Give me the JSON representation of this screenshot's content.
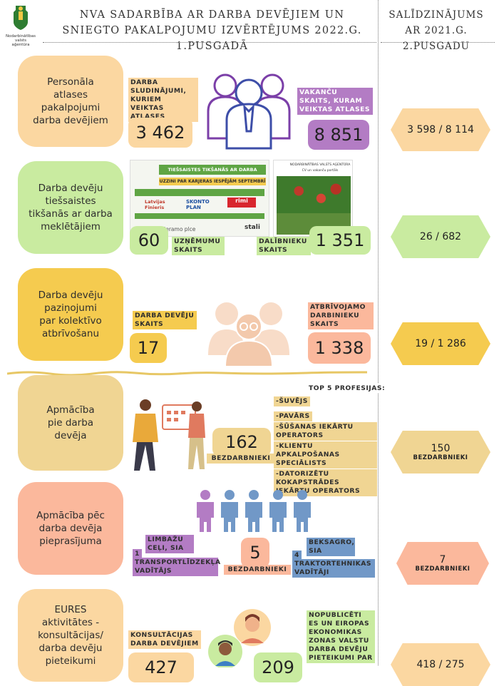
{
  "header": {
    "logo_text": "Nodarbinātības valsts aģentūra",
    "title": "NVA SADARBĪBA AR DARBA DEVĒJIEM UN SNIEGTO PAKALPOJUMU IZVĒRTĒJUMS 2022.G. 1.PUSGADĀ",
    "compare_title": "SALĪDZINĀJUMS AR 2021.G. 2.PUSGADU"
  },
  "sections": {
    "s1": {
      "title": "Personāla atlases pakalpojumi darba devējiem",
      "left_label": "DARBA SLUDINĀJUMI, KURIEM VEIKTAS ATLASES",
      "left_value": "3 462",
      "right_label": "VAKANČU SKAITS, KURAM VEIKTAS ATLASES",
      "right_value": "8 851",
      "compare": "3 598 / 8 114"
    },
    "s2": {
      "title": "Darba devēju tiešsaistes tikšanās ar darba meklētājiem",
      "poster1_title": "TIEŠSAISTES TIKŠANĀS AR DARBA DEVĒJIEM",
      "poster1_sub": "UZZINI PAR KARJERAS IESPĒJĀM SEPTEMBRĪ",
      "poster1_logos": [
        "Latvijas Finieris",
        "SKONTO PLAN",
        "rimi",
        "Ceramo plce",
        "stali"
      ],
      "poster2_header": "NODARBINĀTĪBAS VALSTS AĢENTŪRA",
      "poster2_sub": "CV un vakanču portāls",
      "left_value": "60",
      "left_label": "UZŅĒMUMU SKAITS",
      "right_label": "DALĪBNIEKU SKAITS",
      "right_value": "1 351",
      "compare": "26 / 682"
    },
    "s3": {
      "title": "Darba devēju paziņojumi par kolektīvo atbrīvošanu",
      "left_label": "DARBA DEVĒJU SKAITS",
      "left_value": "17",
      "right_label": "ATBRĪVOJAMO DARBINIEKU SKAITS",
      "right_value": "1 338",
      "compare": "19 / 1 286"
    },
    "s4": {
      "title": "Apmācība pie darba devēja",
      "value": "162",
      "value_label": "BEZDARBNIEKI",
      "top5_title": "TOP 5 PROFESIJAS:",
      "top5": [
        "-ŠUVĒJS",
        "-PAVĀRS",
        "-ŠŪŠANAS IEKĀRTU OPERATORS",
        "-KLIENTU APKALPOŠANAS SPECIĀLISTS",
        "-DATORIZĒTU KOKAPSTRĀDES IEKĀRTU OPERATORS"
      ],
      "compare_value": "150",
      "compare_label": "BEZDARBNIEKI"
    },
    "s5": {
      "title": "Apmācība pēc darba devēja pieprasījuma",
      "tag1_company": "LIMBAŽU CEĻI, SIA",
      "tag1_num": "1",
      "tag1_role": "TRANSPORTLĪDZEKĻA VADĪTĀJS",
      "value": "5",
      "value_label": "BEZDARBNIEKI",
      "tag2_company": "BEKSAGRO, SIA",
      "tag2_num": "4",
      "tag2_role": "TRAKTORTEHNIKAS VADĪTĀJI",
      "compare_value": "7",
      "compare_label": "BEZDARBNIEKI"
    },
    "s6": {
      "title": "EURES aktivitātes - konsultācijas/ darba devēju pieteikumi",
      "left_label": "KONSULTĀCIJAS DARBA DEVĒJIEM",
      "left_value": "427",
      "right_value": "209",
      "right_label": "NOPUBLICĒTI ES UN EIROPAS EKONOMIKAS ZONAS VALSTU DARBA DEVĒJU PIETEIKUMI PAR",
      "compare": "418 / 275"
    }
  },
  "colors": {
    "peach": "#fbd7a1",
    "green": "#c9eba0",
    "yellow": "#f5cb4f",
    "tan": "#f0d593",
    "salmon": "#fbb89c",
    "purple": "#b37cc4",
    "blue": "#7198c7"
  }
}
